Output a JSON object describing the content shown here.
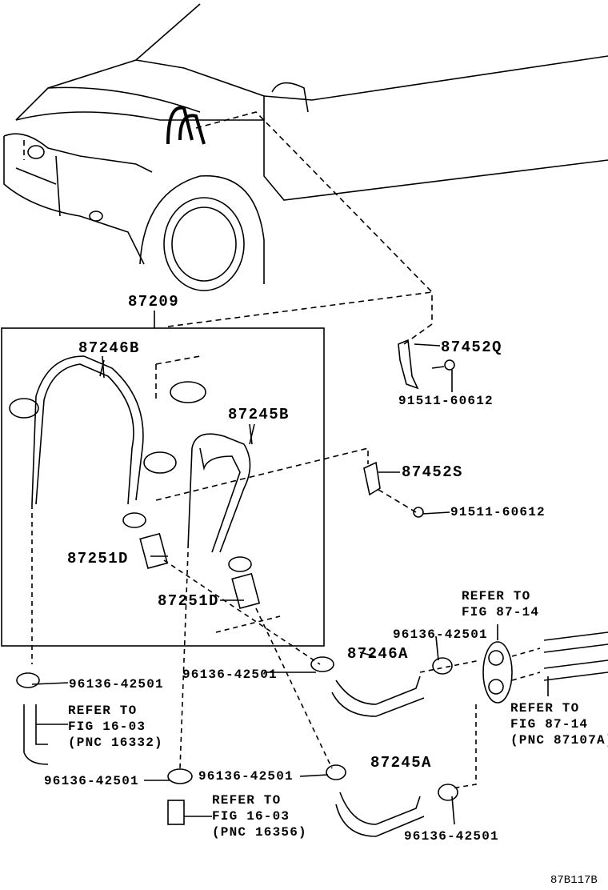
{
  "diagram": {
    "assembly_label": "87209",
    "labels": {
      "hose_upper_b": "87246B",
      "bracket_q": "87452Q",
      "bolt_1": "91511-60612",
      "hose_lower_b": "87245B",
      "bracket_s": "87452S",
      "bolt_2": "91511-60612",
      "joint_1": "87251D",
      "joint_2": "87251D",
      "clamp_1": "96136-42501",
      "hose_upper_a": "87246A",
      "clamp_2": "96136-42501",
      "clamp_3": "96136-42501",
      "hose_lower_a": "87245A",
      "clamp_4": "96136-42501",
      "clamp_5": "96136-42501",
      "clamp_6": "96136-42501"
    },
    "references": {
      "grommet": [
        "REFER TO",
        "FIG 87-14"
      ],
      "pipes": [
        "REFER TO",
        "FIG 87-14",
        "(PNC 87107A)"
      ],
      "engine_outlet": [
        "REFER TO",
        "FIG 16-03",
        "(PNC 16332)"
      ],
      "engine_inlet": [
        "REFER TO",
        "FIG 16-03",
        "(PNC 16356)"
      ]
    },
    "figure_code": "87B117B"
  }
}
